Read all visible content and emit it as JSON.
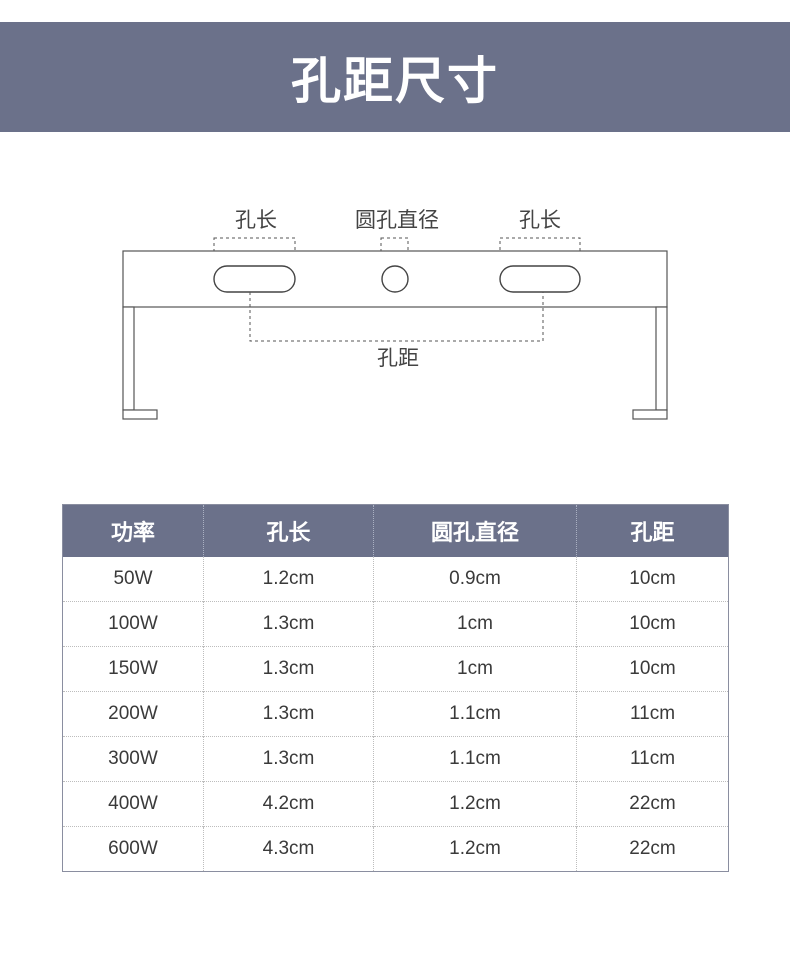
{
  "title": "孔距尺寸",
  "diagram": {
    "label_hole_length_left": "孔长",
    "label_round_hole_diameter": "圆孔直径",
    "label_hole_length_right": "孔长",
    "label_hole_spacing": "孔距"
  },
  "table": {
    "headers": [
      "功率",
      "孔长",
      "圆孔直径",
      "孔距"
    ],
    "rows": [
      [
        "50W",
        "1.2cm",
        "0.9cm",
        "10cm"
      ],
      [
        "100W",
        "1.3cm",
        "1cm",
        "10cm"
      ],
      [
        "150W",
        "1.3cm",
        "1cm",
        "10cm"
      ],
      [
        "200W",
        "1.3cm",
        "1.1cm",
        "11cm"
      ],
      [
        "300W",
        "1.3cm",
        "1.1cm",
        "11cm"
      ],
      [
        "400W",
        "4.2cm",
        "1.2cm",
        "22cm"
      ],
      [
        "600W",
        "4.3cm",
        "1.2cm",
        "22cm"
      ]
    ]
  }
}
